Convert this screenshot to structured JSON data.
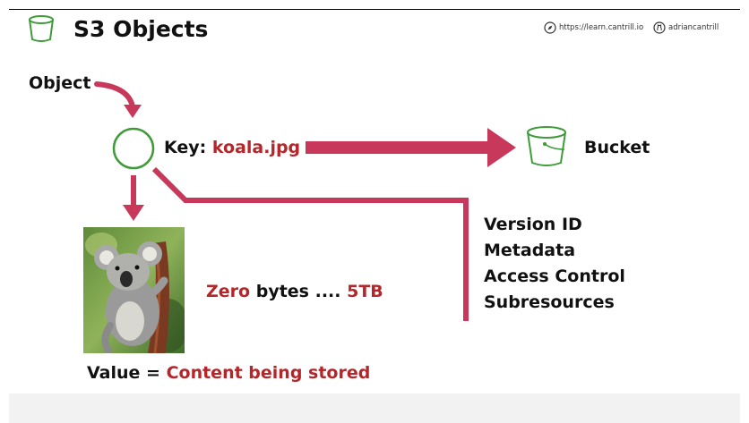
{
  "slide": {
    "title": "S3 Objects",
    "brand": {
      "site": "https://learn.cantrill.io",
      "handle": "adriancantrill",
      "site_icon": "compass-icon",
      "handle_icon": "github-icon"
    }
  },
  "diagram": {
    "object_label": "Object",
    "key_label": "Key:",
    "key_value": "koala.jpg",
    "bucket_label": "Bucket",
    "size_min": "Zero",
    "size_mid": "bytes ....",
    "size_max": "5TB",
    "value_label": "Value =",
    "value_desc": "Content being stored",
    "properties": [
      "Version ID",
      "Metadata",
      "Access Control",
      "Subresources"
    ],
    "image": "koala photo"
  },
  "colors": {
    "accent_red": "#c8385a",
    "text_red": "#b5262a",
    "bucket_green": "#3f9b3a",
    "text": "#111111"
  }
}
